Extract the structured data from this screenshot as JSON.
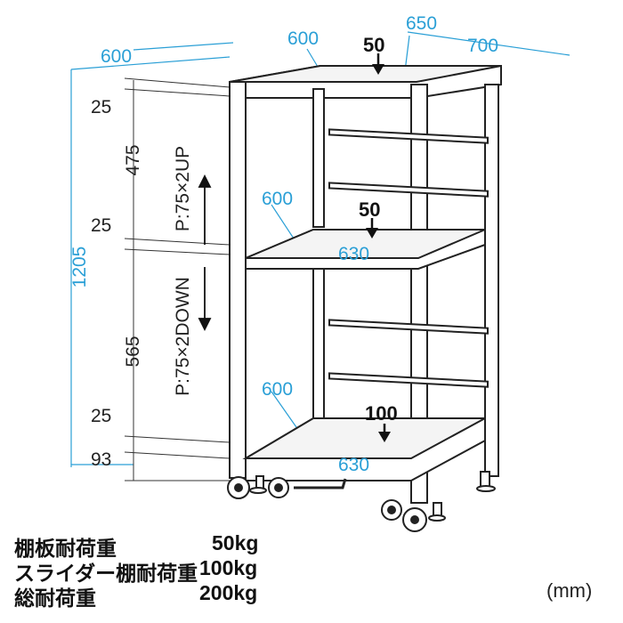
{
  "dimensions": {
    "width_labels": [
      "600",
      "600",
      "650",
      "700"
    ],
    "shelf_depth_upper": "600",
    "shelf_width_upper": "630",
    "shelf_depth_lower": "600",
    "shelf_width_lower": "630",
    "height_total": "1205",
    "height_segments": [
      "25",
      "475",
      "25",
      "565",
      "25",
      "93"
    ]
  },
  "loads": {
    "top": "50",
    "upper_shelf": "50",
    "slider": "100"
  },
  "pitch_labels": {
    "up": "P:75×2UP",
    "down": "P:75×2DOWN"
  },
  "specs": [
    {
      "label": "棚板耐荷重",
      "value": "50kg"
    },
    {
      "label": "スライダー棚耐荷重",
      "value": "100kg"
    },
    {
      "label": "総耐荷重",
      "value": "200kg"
    }
  ],
  "unit": "(mm)",
  "colors": {
    "dimension_blue": "#2a9fd6",
    "line": "#222222"
  }
}
